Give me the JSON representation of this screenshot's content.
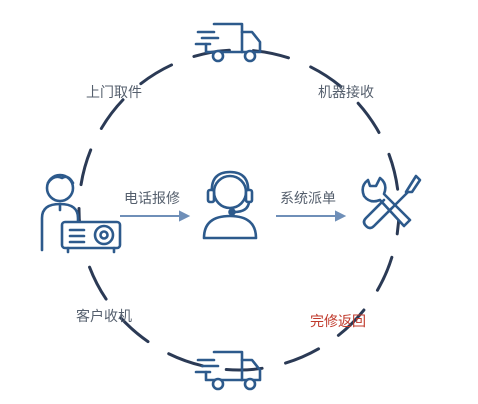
{
  "colors": {
    "ring": "#2b3a55",
    "icon": "#2d5a8c",
    "icon_fill": "#ffffff",
    "text": "#555f6d",
    "accent_text": "#c0392b",
    "arrow": "#6f8fb8"
  },
  "labels": {
    "pickup": "上门取件",
    "receive": "机器接收",
    "phone_repair": "电话报修",
    "dispatch": "系统派单",
    "customer_receive": "客户收机",
    "return": "完修返回"
  },
  "icons": {
    "top_truck": "delivery-truck-icon",
    "bottom_truck": "delivery-truck-icon",
    "customer": "person-with-projector-icon",
    "agent": "customer-service-headset-icon",
    "tools": "wrench-screwdriver-icon"
  }
}
